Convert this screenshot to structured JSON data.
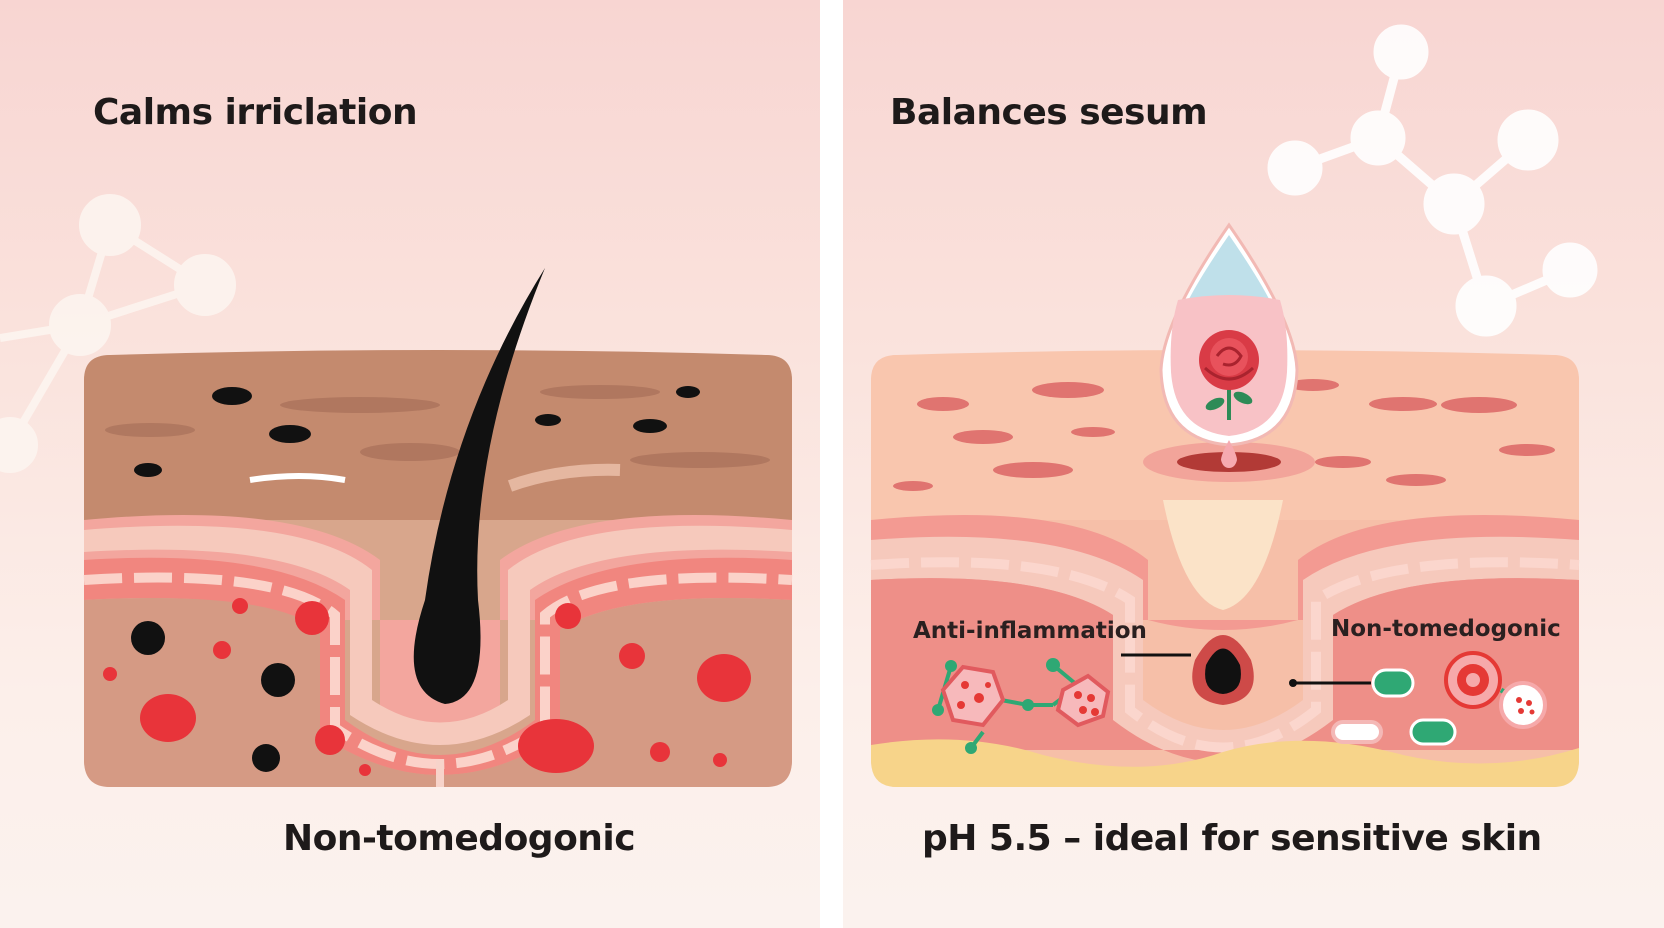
{
  "left_panel": {
    "title": "Calms irriclation",
    "caption": "Non-tomedogonic"
  },
  "right_panel": {
    "title": "Balances sesum",
    "caption": "pH 5.5 – ideal for sensitive skin",
    "callouts": [
      {
        "label": "Anti-inflammation"
      },
      {
        "label": "Non-tomedogonic"
      }
    ]
  },
  "colors": {
    "background_top": "#f8d5d2",
    "background_bottom": "#fbf2ee",
    "irritated_skin": "#c48a6e",
    "healthy_skin": "#f6bfa8",
    "tissue_pink": "#f08f88",
    "inflammation_red": "#e53935",
    "molecule_green": "#2fa874",
    "hair": "#111111"
  },
  "icons": [
    "molecule-icon",
    "hair-icon",
    "serum-drop-icon",
    "rose-icon"
  ]
}
